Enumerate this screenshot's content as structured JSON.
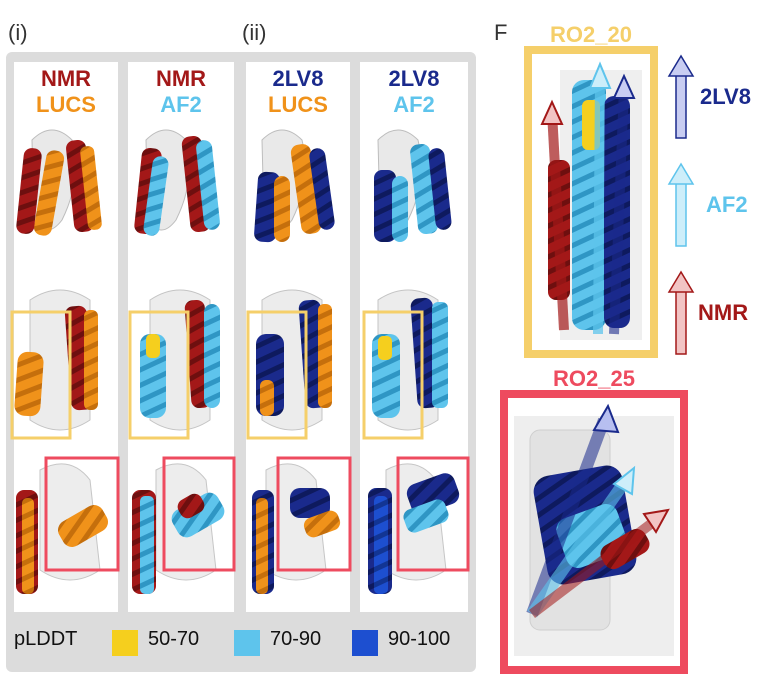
{
  "labels": {
    "panel_i": "(i)",
    "panel_ii": "(ii)",
    "panel_F": "F"
  },
  "columns": [
    {
      "line1": "NMR",
      "line2": "LUCS"
    },
    {
      "line1": "NMR",
      "line2": "AF2"
    },
    {
      "line1": "2LV8",
      "line2": "LUCS"
    },
    {
      "line1": "2LV8",
      "line2": "AF2"
    }
  ],
  "legend": {
    "title": "pLDDT",
    "items": [
      {
        "label": "50-70",
        "color": "#f5cf1e"
      },
      {
        "label": "70-90",
        "color": "#5ec4ec"
      },
      {
        "label": "90-100",
        "color": "#1d4fd0"
      }
    ]
  },
  "panel_F": {
    "top_title": "RO2_20",
    "bottom_title": "RO2_25",
    "arrow_labels": [
      "2LV8",
      "AF2",
      "NMR"
    ]
  },
  "colors": {
    "nmr": "#a31818",
    "lucs": "#f0921a",
    "af2": "#5ec4ec",
    "lv8": "#1a2a8c",
    "yellow_box": "#f5cf6a",
    "red_box": "#ee4b5f"
  }
}
